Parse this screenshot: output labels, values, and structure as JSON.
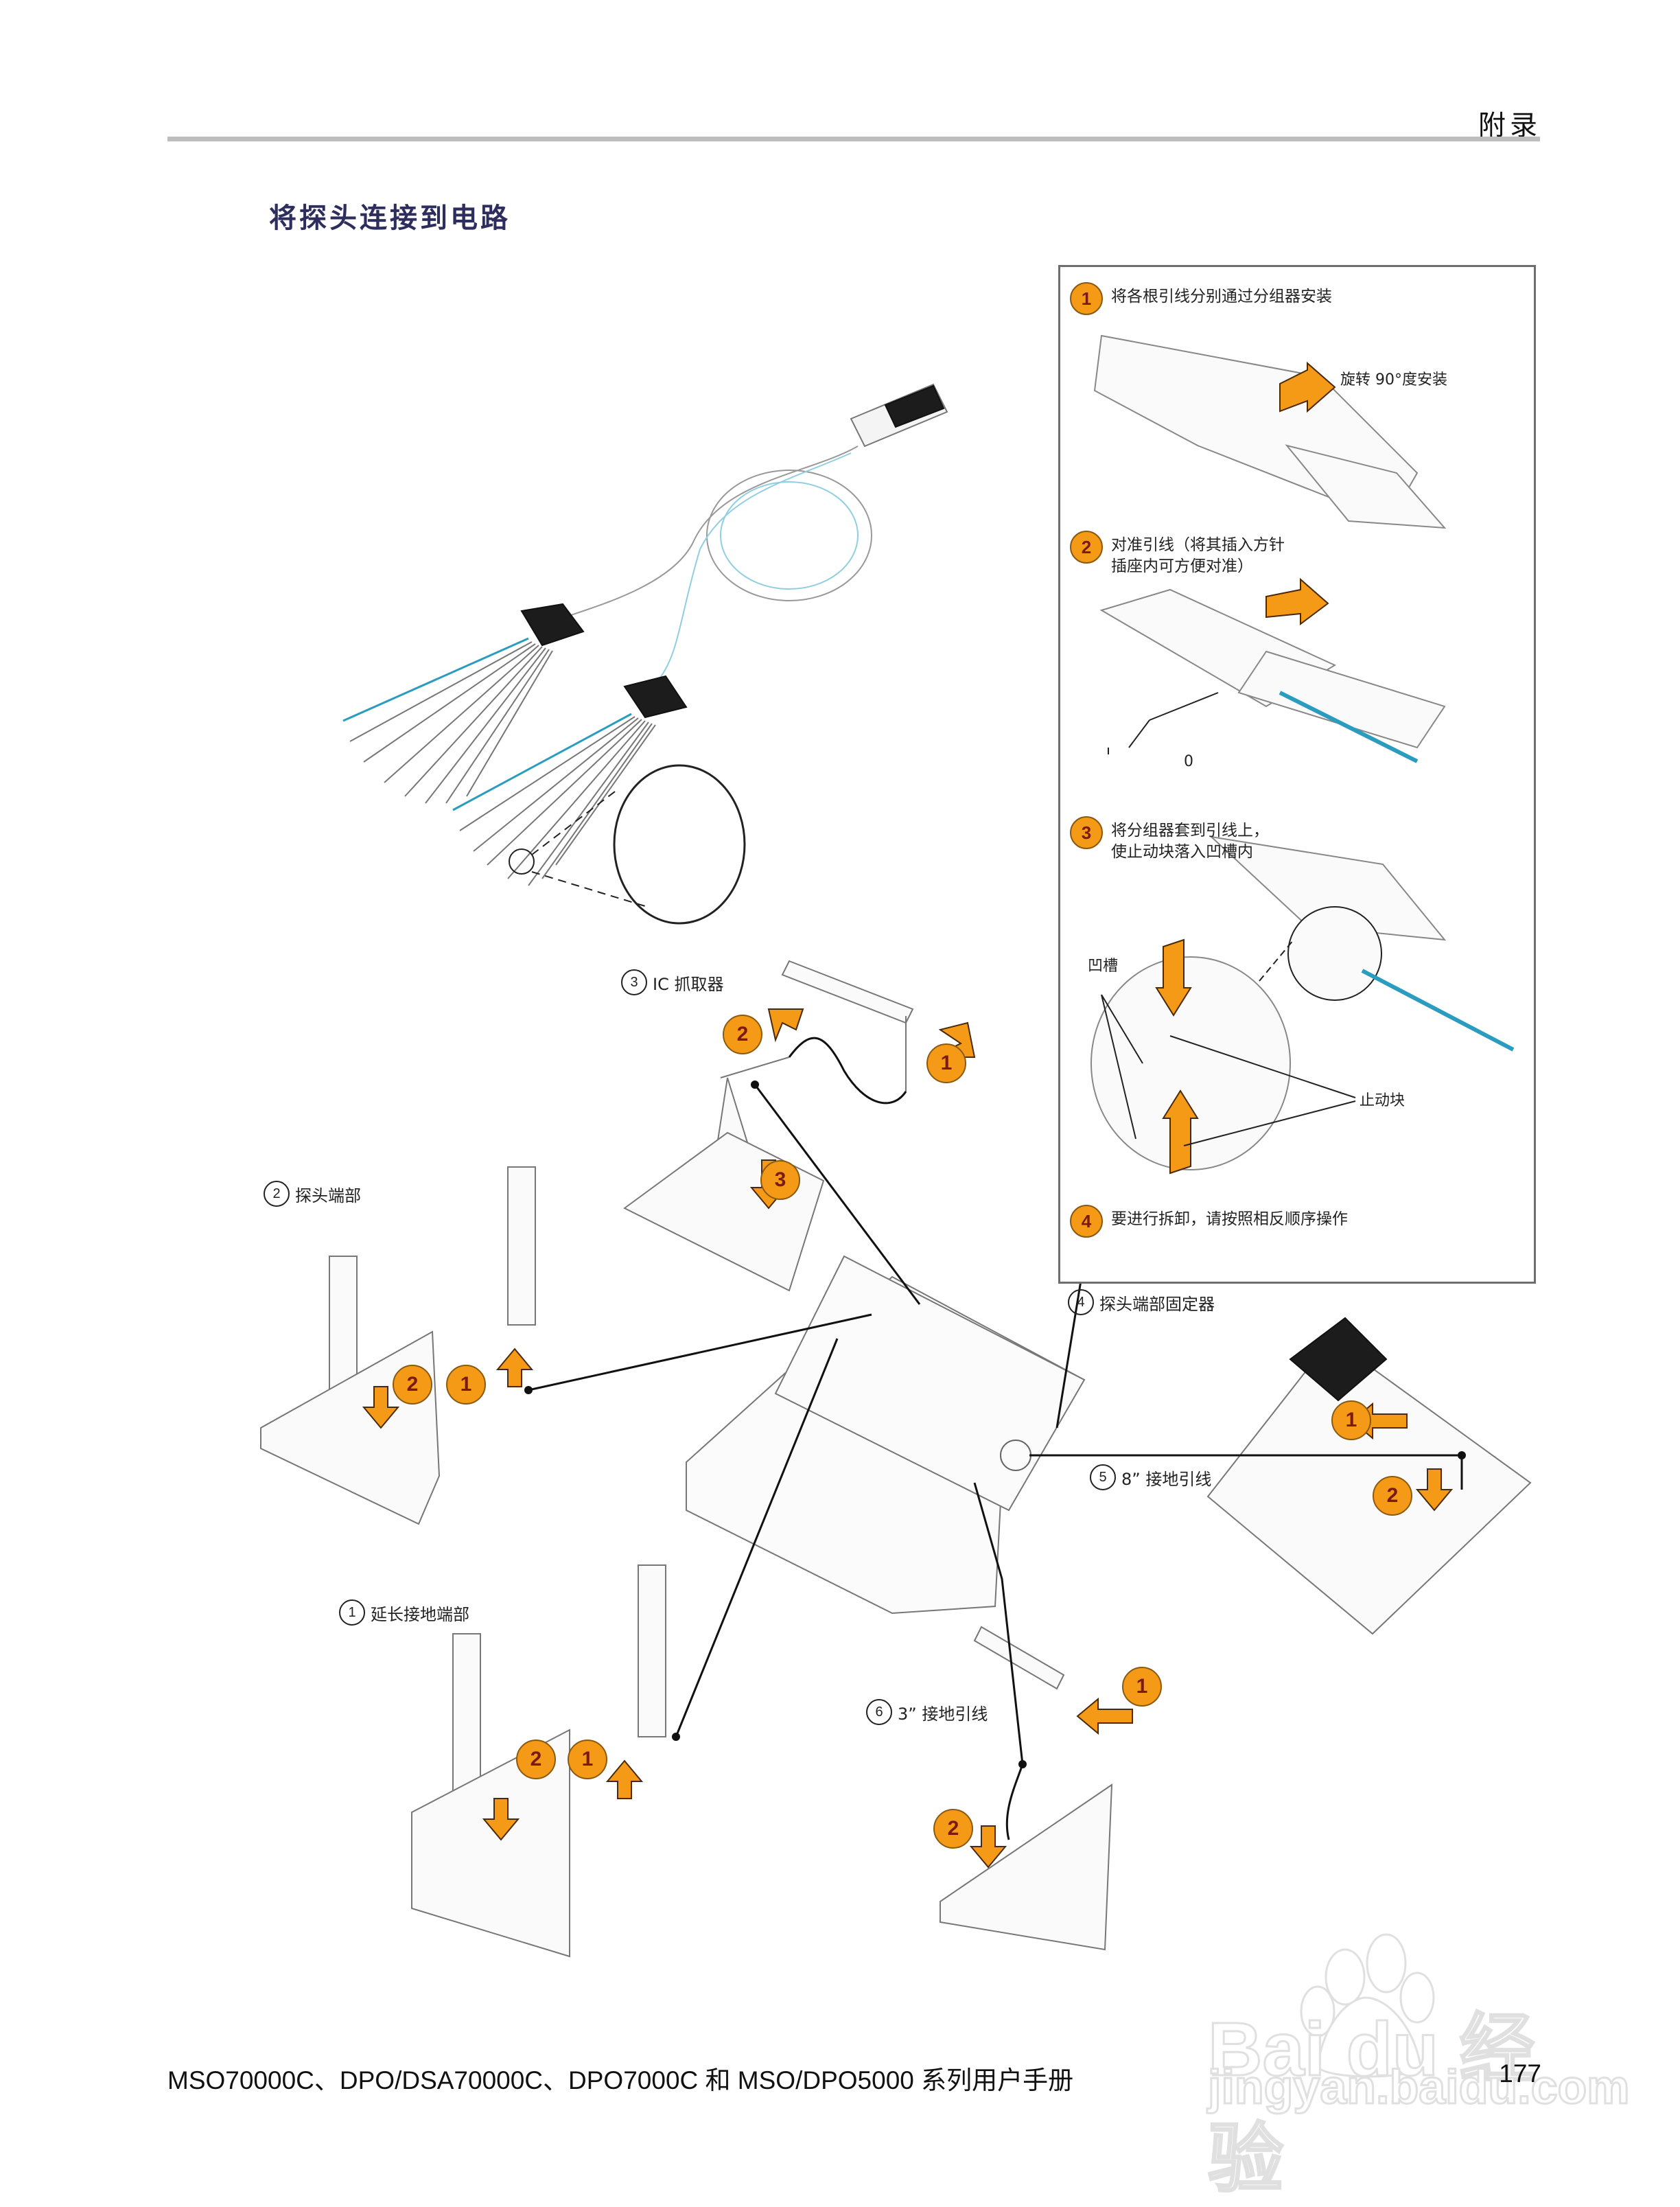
{
  "header": {
    "section": "附录"
  },
  "title": "将探头连接到电路",
  "inset": {
    "steps": [
      {
        "num": "1",
        "text": "将各根引线分别通过分组器安装",
        "note": "旋转 90°度安装"
      },
      {
        "num": "2",
        "text_line1": "对准引线（将其插入方针",
        "text_line2": "插座内可方便对准）",
        "pin_label": "0"
      },
      {
        "num": "3",
        "text_line1": "将分组器套到引线上，",
        "text_line2": "使止动块落入凹槽内",
        "groove_label": "凹槽",
        "stop_label": "止动块"
      },
      {
        "num": "4",
        "text": "要进行拆卸，请按照相反顺序操作"
      }
    ]
  },
  "callouts": [
    {
      "num": "1",
      "text": "延长接地端部"
    },
    {
      "num": "2",
      "text": "探头端部"
    },
    {
      "num": "3",
      "text": "IC 抓取器"
    },
    {
      "num": "4",
      "text": "探头端部固定器"
    },
    {
      "num": "5",
      "text": "8”  接地引线"
    },
    {
      "num": "6",
      "text": "3”  接地引线"
    }
  ],
  "step_badges": {
    "ic_grabber": [
      "1",
      "2",
      "3"
    ],
    "probe_tip": [
      "1",
      "2"
    ],
    "extended_ground": [
      "1",
      "2"
    ],
    "ground_8in": [
      "1",
      "2"
    ],
    "ground_3in": [
      "1",
      "2"
    ]
  },
  "footer": {
    "manual": "MSO70000C、DPO/DSA70000C、DPO7000C 和 MSO/DPO5000 系列用户手册",
    "page": "177"
  },
  "watermark": {
    "brand": "Bai du 经验",
    "url": "jingyan.baidu.com"
  },
  "colors": {
    "accent_orange": "#f59a17",
    "title_navy": "#2e2e5e",
    "lead_teal": "#2a9cc0",
    "rule_gray": "#bdbdbd"
  }
}
